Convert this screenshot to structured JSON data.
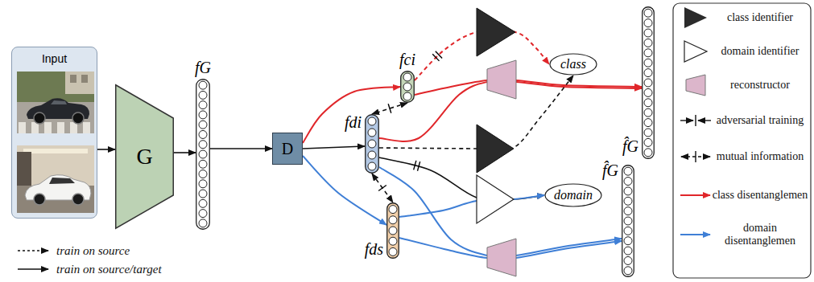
{
  "diagram": {
    "nodes": [
      {
        "text": [
          "Input"
        ]
      },
      {
        "text": [
          "G"
        ]
      },
      {
        "text": [
          "fG"
        ]
      },
      {
        "text": [
          "D"
        ]
      },
      {
        "text": [
          "fci"
        ]
      },
      {
        "text": [
          "fdi"
        ]
      },
      {
        "text": [
          "fds"
        ]
      },
      {
        "text": [
          "class"
        ]
      },
      {
        "text": [
          "domain"
        ]
      },
      {
        "text": [
          "f̂G"
        ]
      },
      {
        "text": [
          "f̂G"
        ]
      }
    ],
    "edges": [
      {
        "from": 0,
        "to": 1,
        "arrow": "to"
      },
      {
        "from": 1,
        "to": 2,
        "arrow": "to"
      },
      {
        "from": 2,
        "to": 3,
        "arrow": "to"
      },
      {
        "from": 3,
        "to": 4,
        "arrow": "to"
      },
      {
        "from": 3,
        "to": 5,
        "arrow": "to"
      },
      {
        "from": 3,
        "to": 6,
        "arrow": "to"
      },
      {
        "from": 4,
        "to": 7,
        "arrow": "to"
      },
      {
        "from": 4,
        "to": 9,
        "arrow": "to"
      },
      {
        "from": 5,
        "to": 9,
        "arrow": "to"
      },
      {
        "from": 5,
        "to": 7,
        "arrow": "to"
      },
      {
        "from": 5,
        "to": 8,
        "arrow": "to"
      },
      {
        "from": 6,
        "to": 8,
        "arrow": "to"
      },
      {
        "from": 6,
        "to": 10,
        "arrow": "to"
      },
      {
        "from": 5,
        "to": 10,
        "arrow": "to"
      },
      {
        "from": 4,
        "to": 5,
        "arrow": "both"
      },
      {
        "from": 5,
        "to": 6,
        "arrow": "both"
      }
    ],
    "legend": [
      {
        "text": "class identifier"
      },
      {
        "text": "domain identifier"
      },
      {
        "text": "reconstructor"
      },
      {
        "text": "adversarial training"
      },
      {
        "text": "mutual information"
      },
      {
        "text": "class disentanglemen"
      },
      {
        "text": "domain disentanglemen"
      },
      {
        "text": "train on source"
      },
      {
        "text": "train on source/target"
      }
    ]
  }
}
